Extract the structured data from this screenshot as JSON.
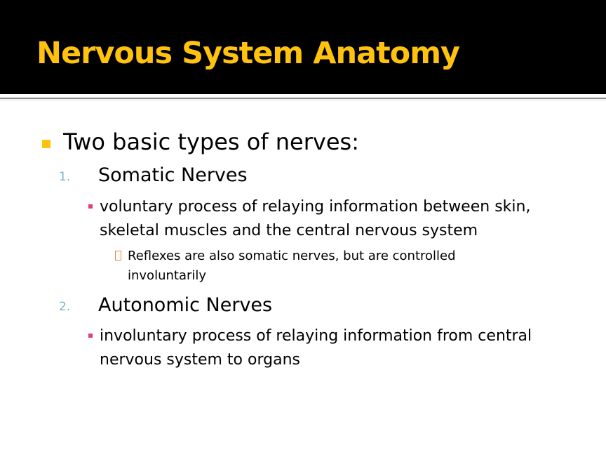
{
  "slide": {
    "title": "Nervous System Anatomy",
    "bullet": "Two basic types of nerves:",
    "items": [
      {
        "number": "1.",
        "heading": "Somatic Nerves",
        "detail": "voluntary process of relaying information between skin, skeletal muscles and the central nervous system",
        "sub_detail": "Reflexes are also somatic nerves, but are controlled involuntarily"
      },
      {
        "number": "2.",
        "heading": "Autonomic Nerves",
        "detail": "involuntary process of relaying information from central nervous system to organs"
      }
    ]
  },
  "colors": {
    "title_text": "#ffc20e",
    "title_background": "#000000",
    "bullet_square": "#ffc20e",
    "numbering": "#78b6c8",
    "sub_bullet": "#e63c6e",
    "sub_sub_bullet": "#e8863c"
  }
}
